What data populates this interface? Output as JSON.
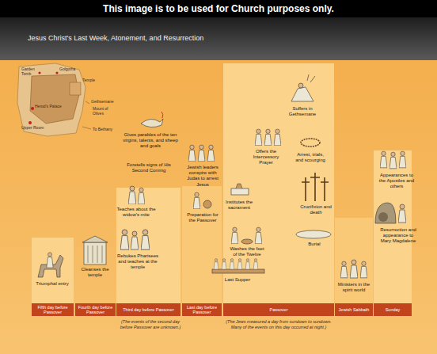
{
  "diagram": {
    "title": "Jesus Christ's Last Week, Atonement, and Resurrection",
    "nodes": [
      {
        "text": [
          "Fifth day before Passover"
        ]
      },
      {
        "text": [
          "Fourth day before Passover"
        ]
      },
      {
        "text": [
          "Third day before Passover"
        ]
      },
      {
        "text": [
          "Last day before Passover"
        ]
      },
      {
        "text": [
          "Passover"
        ]
      },
      {
        "text": [
          "Jewish Sabbath"
        ]
      },
      {
        "text": [
          "Sunday"
        ]
      }
    ],
    "labels": [
      "This image is to be used for Church purposes only.",
      "Garden Tomb",
      "Golgotha",
      "Temple",
      "Gethsemane",
      "Mount of Olives",
      "Herod's Palace",
      "To Bethany",
      "Upper Room",
      "Triumphal entry",
      "Cleanses the temple",
      "Gives parables of the ten virgins, talents, and sheep and goals",
      "Foretells signs of His Second Coming",
      "Teaches about the widow's mite",
      "Rebukes Pharisees and teaches at the temple",
      "Jewish leaders conspire with Judas to arrest Jesus",
      "Preparation for the Passover",
      "Suffers in Gethsemane",
      "Offers the Intercessory Prayer",
      "Arrest, trials, and scourging",
      "Institutes the sacrament",
      "Crucifixion and death",
      "Burial",
      "Washes the feet of the Twelve",
      "Last Supper",
      "Ministers in the spirit world",
      "Appearances to the Apostles and others",
      "Resurrection and appearance to Mary Magdalene",
      "(The events of the second day before Passover are unknown.)",
      "(The Jews measured a day from sundown to sundown. Many of the events on this day occurred at night.)"
    ]
  }
}
